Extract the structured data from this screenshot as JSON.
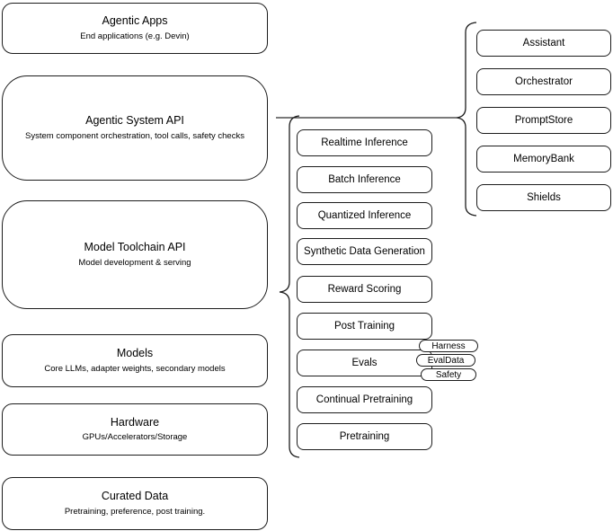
{
  "diagram": {
    "left_stack": [
      {
        "title": "Agentic Apps",
        "subtitle": "End applications (e.g. Devin)"
      },
      {
        "title": "Agentic System API",
        "subtitle": "System component orchestration, tool calls, safety checks"
      },
      {
        "title": "Model Toolchain API",
        "subtitle": "Model development & serving"
      },
      {
        "title": "Models",
        "subtitle": "Core LLMs, adapter weights, secondary models"
      },
      {
        "title": "Hardware",
        "subtitle": "GPUs/Accelerators/Storage"
      },
      {
        "title": "Curated Data",
        "subtitle": "Pretraining, preference, post training."
      }
    ],
    "toolchain_services": [
      "Realtime Inference",
      "Batch Inference",
      "Quantized Inference",
      "Synthetic Data Generation",
      "Reward Scoring",
      "Post Training",
      "Evals",
      "Continual Pretraining",
      "Pretraining"
    ],
    "eval_components": [
      "Harness",
      "EvalData",
      "Safety"
    ],
    "system_components": [
      "Assistant",
      "Orchestrator",
      "PromptStore",
      "MemoryBank",
      "Shields"
    ],
    "colors": {
      "background": "#ffffff",
      "node_fill": "#ffffff",
      "node_border": "#1c1c1c",
      "text": "#000000"
    }
  }
}
